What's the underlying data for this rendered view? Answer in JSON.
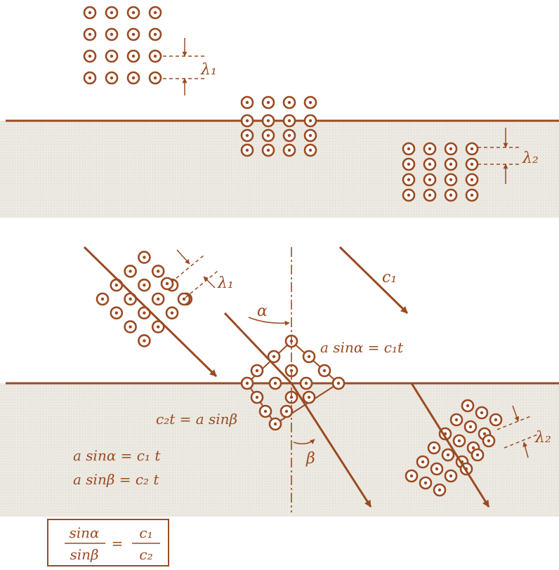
{
  "colors": {
    "ink": "#9a4a22",
    "medium_fill": "#ece9e2",
    "background": "#ffffff"
  },
  "labels": {
    "lambda1_top": "λ₁",
    "lambda2_top": "λ₂",
    "lambda1_bottom": "λ₁",
    "lambda2_bottom": "λ₂",
    "c1": "c₁",
    "alpha": "α",
    "beta": "β",
    "eq_incident": "a sinα = c₁t",
    "eq_refracted": "c₂t = a sinβ",
    "eq_summary_1": "a sinα = c₁ t",
    "eq_summary_2": "a sinβ = c₂ t"
  },
  "formula": {
    "num_left": "sinα",
    "den_left": "sinβ",
    "equals": "=",
    "num_right": "c₁",
    "den_right": "c₂"
  }
}
